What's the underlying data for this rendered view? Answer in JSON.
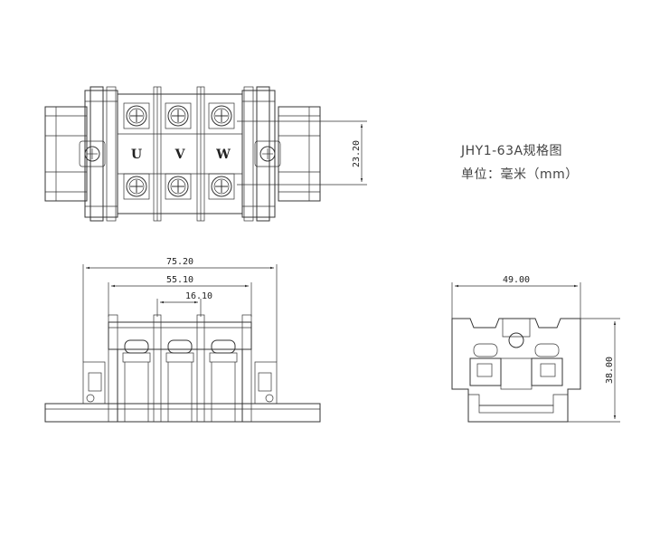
{
  "caption": {
    "title": "JHY1-63A规格图",
    "unit": "单位：毫米（mm）"
  },
  "top_view": {
    "phases": [
      "U",
      "V",
      "W"
    ],
    "height_dim": "23.20"
  },
  "front_view": {
    "overall_dim": "75.20",
    "mid_dim": "55.10",
    "pitch_dim": "16.10"
  },
  "side_view": {
    "width_dim": "49.00",
    "height_dim": "38.00"
  }
}
